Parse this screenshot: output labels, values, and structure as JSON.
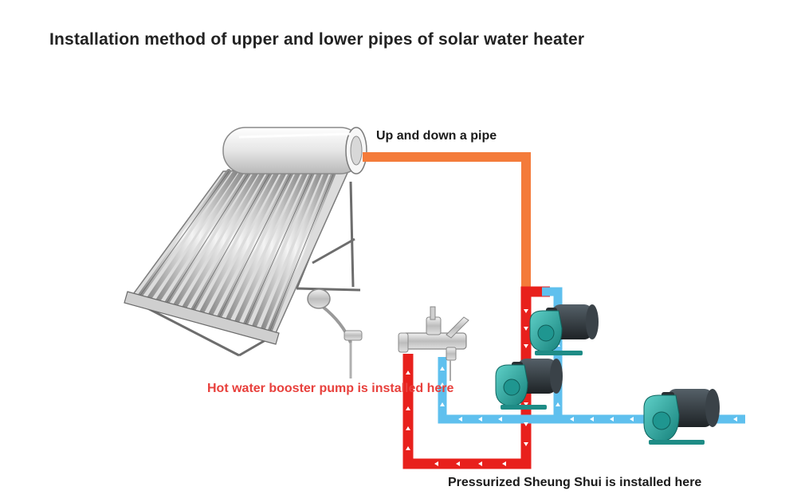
{
  "title": "Installation method of upper and lower pipes of solar water heater",
  "labels": {
    "pipe": "Up and down a pipe",
    "hot_pump": "Hot water booster pump is installed here",
    "pressurized": "Pressurized Sheung Shui is installed here"
  },
  "colors": {
    "hot_pipe": "#e8201c",
    "cold_pipe": "#5fc0ee",
    "main_pipe": "#f47b3a",
    "hot_label": "#e8403c",
    "pump_body": "#2aa6a0",
    "pump_motor": "#2d3338"
  },
  "components": [
    "solar-water-heater",
    "shower-head",
    "mixing-faucet",
    "booster-pump",
    "booster-pump",
    "pressurized-pump"
  ]
}
